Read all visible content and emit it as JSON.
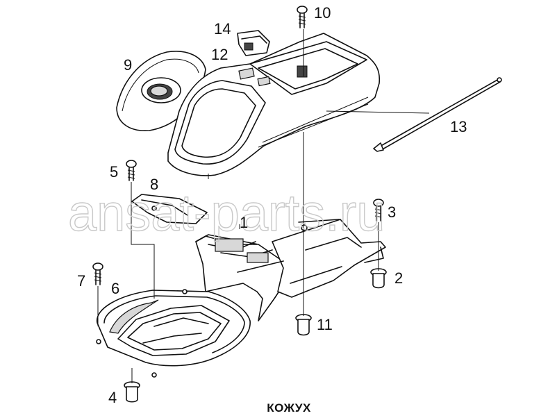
{
  "watermark": "ansat-parts.ru",
  "caption": "КОЖУХ",
  "callouts": {
    "c1": "1",
    "c2": "2",
    "c3": "3",
    "c4": "4",
    "c5": "5",
    "c6": "6",
    "c7": "7",
    "c8": "8",
    "c9": "9",
    "c10": "10",
    "c11": "11",
    "c12": "12",
    "c13": "13",
    "c14": "14"
  }
}
